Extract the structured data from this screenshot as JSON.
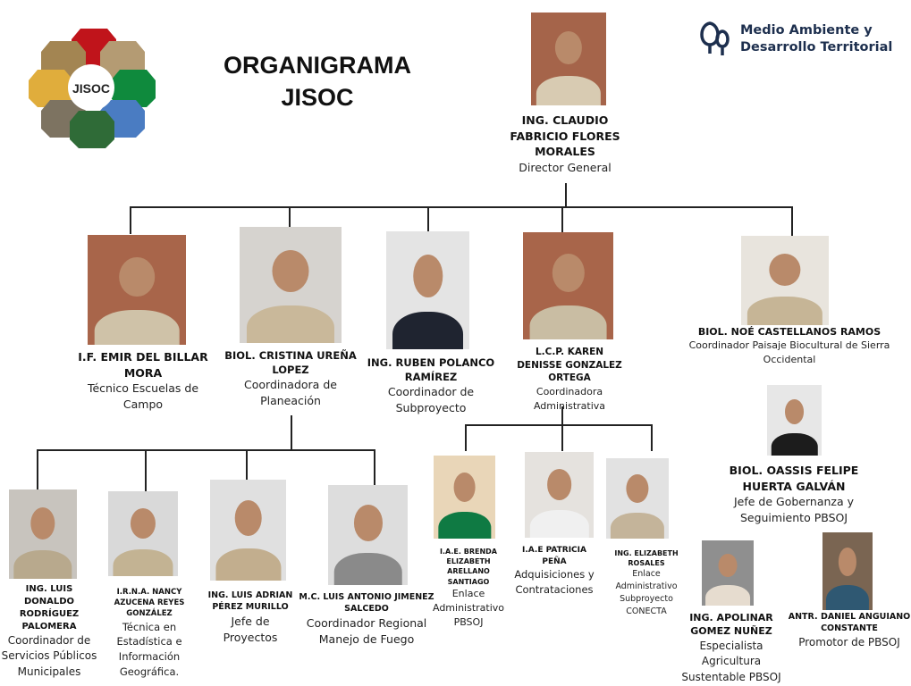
{
  "header": {
    "title_line1": "ORGANIGRAMA",
    "title_line2": "JISOC",
    "logo_text": "JISOC",
    "brand_line1": "Medio Ambiente y",
    "brand_line2": "Desarrollo Territorial"
  },
  "people": [
    {
      "name": "ING. CLAUDIO FABRICIO FLORES MORALES",
      "role": "Director General"
    },
    {
      "name": "I.F. EMIR DEL BILLAR MORA",
      "role": "Técnico Escuelas de Campo"
    },
    {
      "name": "BIOL. CRISTINA UREÑA LOPEZ",
      "role": "Coordinadora de Planeación"
    },
    {
      "name": "ING. RUBEN POLANCO RAMÍREZ",
      "role": "Coordinador de Subproyecto"
    },
    {
      "name": "L.C.P.  KAREN DENISSE GONZALEZ ORTEGA",
      "role": "Coordinadora Administrativa"
    },
    {
      "name": "BIOL. NOÉ CASTELLANOS RAMOS",
      "role": "Coordinador Paisaje Biocultural de Sierra Occidental"
    },
    {
      "name": "BIOL. OASSIS FELIPE HUERTA GALVÁN",
      "role": "Jefe de Gobernanza y Seguimiento PBSOJ"
    },
    {
      "name": "ING. LUIS DONALDO RODRÍGUEZ PALOMERA",
      "role": "Coordinador de Servicios Públicos Municipales"
    },
    {
      "name": "I.R.N.A. NANCY AZUCENA REYES GONZÁLEZ",
      "role": "Técnica en Estadística e Información Geográfica."
    },
    {
      "name": "ING. LUIS ADRIAN PÉREZ MURILLO",
      "role": "Jefe de Proyectos"
    },
    {
      "name": "M.C. LUIS ANTONIO JIMENEZ SALCEDO",
      "role": "Coordinador Regional Manejo de Fuego"
    },
    {
      "name": "I.A.E. BRENDA ELIZABETH ARELLANO SANTIAGO",
      "role": "Enlace Administrativo PBSOJ"
    },
    {
      "name": "I.A.E PATRICIA PEÑA",
      "role": "Adquisiciones y Contrataciones"
    },
    {
      "name": "ING. ELIZABETH ROSALES",
      "role": "Enlace Administrativo Subproyecto CONECTA"
    },
    {
      "name": "ING. APOLINAR GOMEZ NUÑEZ",
      "role": "Especialista Agricultura Sustentable PBSOJ"
    },
    {
      "name": "ANTR. DANIEL ANGUIANO CONSTANTE",
      "role": "Promotor de  PBSOJ"
    }
  ]
}
